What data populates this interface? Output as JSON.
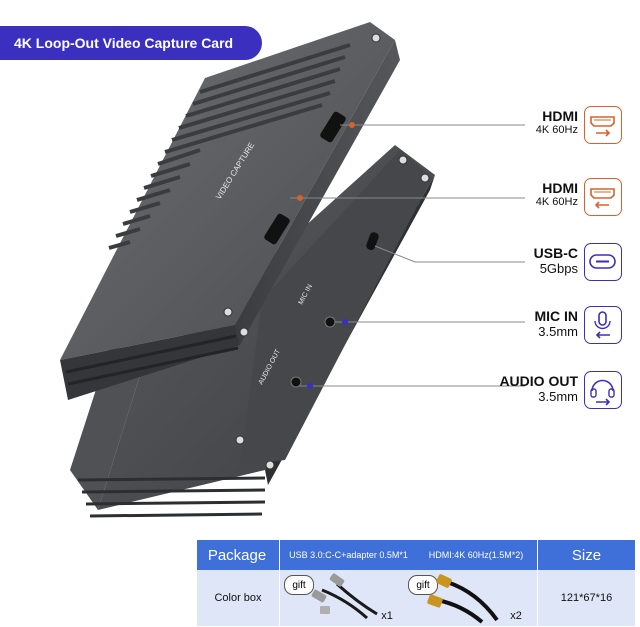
{
  "banner": {
    "title": "4K Loop-Out Video Capture Card"
  },
  "ports": [
    {
      "name": "HDMI",
      "spec": "4K 60Hz",
      "icon": "hdmi-out-icon"
    },
    {
      "name": "HDMI",
      "spec": "4K 60Hz",
      "icon": "hdmi-in-icon"
    },
    {
      "name": "USB-C",
      "spec": "5Gbps",
      "icon": "usb-c-icon"
    },
    {
      "name": "MIC IN",
      "spec": "3.5mm",
      "icon": "microphone-icon"
    },
    {
      "name": "AUDIO OUT",
      "spec": "3.5mm",
      "icon": "headphones-icon"
    }
  ],
  "device_text": {
    "top_label": "VIDEO CAPTURE",
    "mic_label": "MIC IN",
    "audio_label": "AUDIO OUT"
  },
  "package_table": {
    "header_package": "Package",
    "header_usb": "USB 3.0:C-C+adapter 0.5M*1",
    "header_hdmi": "HDMI:4K 60Hz(1.5M*2)",
    "header_size": "Size",
    "row_package": "Color box",
    "gift1": "gift",
    "gift2": "gift",
    "qty1": "x1",
    "qty2": "x2",
    "row_size": "121*67*16"
  },
  "colors": {
    "accent": "#3b2fc0",
    "table_header": "#3f6fd8",
    "table_body": "#dfe6f7",
    "icon_orange": "#d9622b"
  }
}
